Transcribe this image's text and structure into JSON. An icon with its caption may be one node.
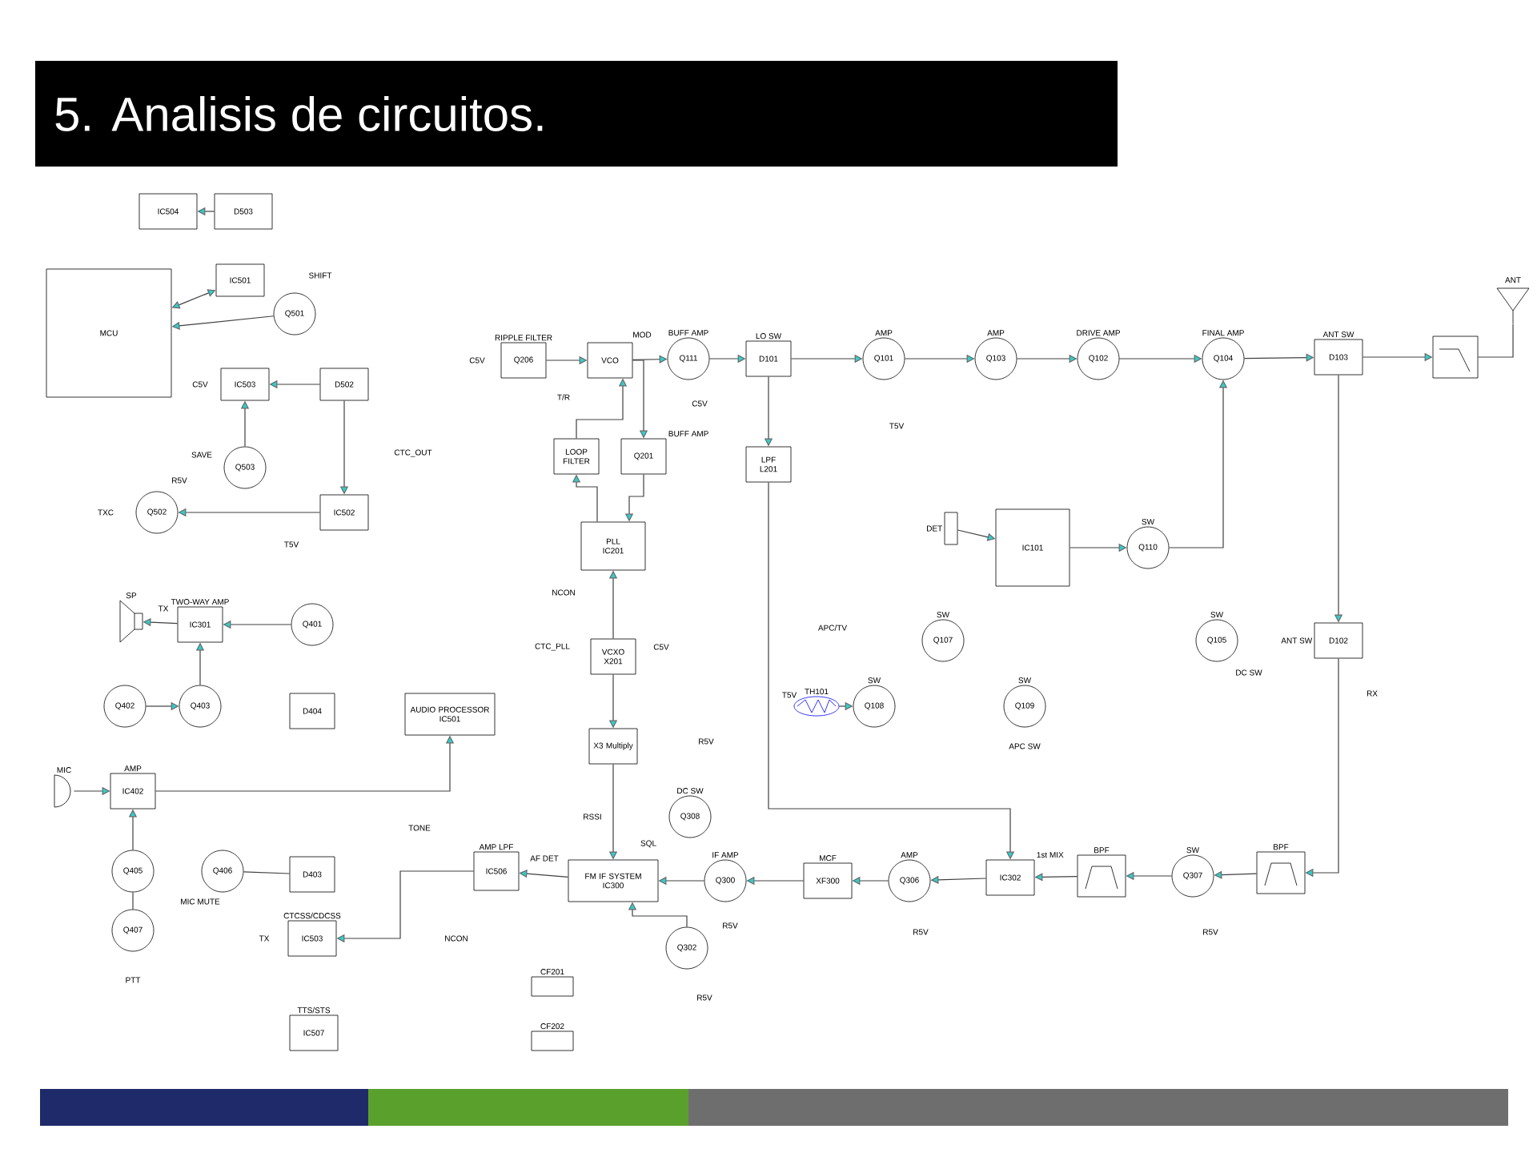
{
  "diagram": {
    "title": "5. Analisis de circuitos.",
    "nodes": [
      {
        "text": [
          "MCU"
        ]
      },
      {
        "text": [
          "IC504"
        ]
      },
      {
        "text": [
          "D503"
        ]
      },
      {
        "text": [
          "IC501"
        ]
      },
      {
        "text": [
          "Q501"
        ]
      },
      {
        "text": [
          "IC503"
        ]
      },
      {
        "text": [
          "D502"
        ]
      },
      {
        "text": [
          "IC502"
        ]
      },
      {
        "text": [
          "Q503"
        ]
      },
      {
        "text": [
          "Q502"
        ],
        "beside": [
          "R5V"
        ]
      },
      {
        "text": [
          "TWO-WAY AMP",
          "IC301"
        ]
      },
      {
        "text": [
          "Q401"
        ]
      },
      {
        "text": [
          "Q402"
        ]
      },
      {
        "text": [
          "Q403"
        ]
      },
      {
        "text": [
          "D404"
        ]
      },
      {
        "text": [
          "AMP",
          "IC402"
        ]
      },
      {
        "text": [
          "Q405"
        ]
      },
      {
        "text": [
          "Q407"
        ]
      },
      {
        "text": [
          "Q406"
        ]
      },
      {
        "text": [
          "D403"
        ]
      },
      {
        "text": [
          "CTCSS/CDCSS",
          "IC503"
        ]
      },
      {
        "text": [
          "TTS/STS",
          "IC507"
        ]
      },
      {
        "text": [
          "AUDIO PROCESSOR",
          "IC501"
        ]
      },
      {
        "text": [
          "AMP LPF",
          "IC506"
        ]
      },
      {
        "text": [
          "SP"
        ]
      },
      {
        "text": [
          "MIC"
        ]
      },
      {
        "text": [
          "RIPPLE FILTER",
          "Q206"
        ]
      },
      {
        "text": [
          "VCO"
        ],
        "beside": [
          "MOD"
        ]
      },
      {
        "text": [
          "BUFF AMP",
          "Q111"
        ]
      },
      {
        "text": [
          "LOOP FILTER"
        ]
      },
      {
        "text": [
          "BUFF AMP",
          "Q201"
        ]
      },
      {
        "text": [
          "PLL",
          "IC201"
        ]
      },
      {
        "text": [
          "VCXO",
          "X201"
        ]
      },
      {
        "text": [
          "X3 Multiply"
        ]
      },
      {
        "text": [
          "FM IF SYSTEM",
          "IC300"
        ]
      },
      {
        "text": [
          "DC SW",
          "Q308"
        ]
      },
      {
        "text": [
          "IF AMP",
          "Q300"
        ]
      },
      {
        "text": [
          "Q302"
        ]
      },
      {
        "text": [
          "CF201"
        ]
      },
      {
        "text": [
          "CF202"
        ]
      },
      {
        "text": [
          "MCF",
          "XF300"
        ]
      },
      {
        "text": [
          "AMP",
          "Q306"
        ]
      },
      {
        "text": [
          "1st MIX",
          "IC302"
        ]
      },
      {
        "text": [
          "BPF"
        ]
      },
      {
        "text": [
          "SW",
          "Q307"
        ]
      },
      {
        "text": [
          "BPF"
        ]
      },
      {
        "text": [
          "LO SW",
          "D101"
        ]
      },
      {
        "text": [
          "LPF",
          "L201"
        ]
      },
      {
        "text": [
          "AMP",
          "Q101"
        ]
      },
      {
        "text": [
          "AMP",
          "Q103"
        ]
      },
      {
        "text": [
          "DRIVE AMP",
          "Q102"
        ]
      },
      {
        "text": [
          "FINAL AMP",
          "Q104"
        ]
      },
      {
        "text": [
          "ANT SW",
          "D103"
        ]
      },
      {
        "text": [],
        "shape": "box"
      },
      {
        "text": [
          "ANT"
        ]
      },
      {
        "text": [
          "ANT SW",
          "D102"
        ]
      },
      {
        "text": [
          "IC101"
        ]
      },
      {
        "text": [
          "SW",
          "Q110"
        ]
      },
      {
        "text": [
          "SW",
          "Q107"
        ]
      },
      {
        "text": [
          "SW",
          "Q108"
        ]
      },
      {
        "text": [
          "SW",
          "Q109"
        ],
        "beside": [
          "APC SW"
        ]
      },
      {
        "text": [
          "SW",
          "Q105"
        ],
        "beside": [
          "DC SW"
        ]
      },
      {
        "text": [
          "TH101"
        ]
      },
      {
        "text": [
          "DET"
        ]
      }
    ],
    "edges": [
      {
        "from": 2,
        "to": 1,
        "arrow": "to"
      },
      {
        "from": 0,
        "to": 3,
        "arrow": "both"
      },
      {
        "from": 4,
        "to": 0,
        "arrow": "to"
      },
      {
        "from": 6,
        "to": 5,
        "arrow": "to"
      },
      {
        "from": 6,
        "to": 7,
        "arrow": "to"
      },
      {
        "from": 8,
        "to": 5,
        "arrow": "to"
      },
      {
        "from": 7,
        "to": 9,
        "arrow": "to"
      },
      {
        "from": 13,
        "to": 10,
        "arrow": "to"
      },
      {
        "from": 10,
        "to": 24,
        "arrow": "to"
      },
      {
        "from": 11,
        "to": 10,
        "arrow": "to"
      },
      {
        "from": 12,
        "to": 13,
        "arrow": "to"
      },
      {
        "from": 16,
        "to": 15,
        "arrow": "to"
      },
      {
        "from": 25,
        "to": 15,
        "arrow": "to"
      },
      {
        "from": 17,
        "to": 16,
        "arrow": "none"
      },
      {
        "from": 15,
        "to": 22,
        "arrow": "to"
      },
      {
        "from": 23,
        "to": 20,
        "arrow": "to"
      },
      {
        "from": 19,
        "to": 18,
        "arrow": "none"
      },
      {
        "from": 26,
        "to": 27,
        "arrow": "to"
      },
      {
        "from": 27,
        "to": 28,
        "arrow": "to"
      },
      {
        "from": 28,
        "to": 46,
        "arrow": "to"
      },
      {
        "from": 46,
        "to": 48,
        "arrow": "to"
      },
      {
        "from": 48,
        "to": 49,
        "arrow": "to"
      },
      {
        "from": 49,
        "to": 50,
        "arrow": "to"
      },
      {
        "from": 50,
        "to": 51,
        "arrow": "to"
      },
      {
        "from": 51,
        "to": 52,
        "arrow": "to"
      },
      {
        "from": 52,
        "to": 53,
        "arrow": "to"
      },
      {
        "from": 53,
        "to": 54,
        "arrow": "none"
      },
      {
        "from": 52,
        "to": 55,
        "arrow": "to"
      },
      {
        "from": 55,
        "to": 45,
        "arrow": "to"
      },
      {
        "from": 45,
        "to": 44,
        "arrow": "to"
      },
      {
        "from": 44,
        "to": 43,
        "arrow": "to"
      },
      {
        "from": 43,
        "to": 42,
        "arrow": "to"
      },
      {
        "from": 42,
        "to": 41,
        "arrow": "to"
      },
      {
        "from": 41,
        "to": 40,
        "arrow": "to"
      },
      {
        "from": 40,
        "to": 36,
        "arrow": "to"
      },
      {
        "from": 36,
        "to": 34,
        "arrow": "to"
      },
      {
        "from": 34,
        "to": 23,
        "arrow": "to"
      },
      {
        "from": 46,
        "to": 47,
        "arrow": "to"
      },
      {
        "from": 47,
        "to": 42,
        "arrow": "to"
      },
      {
        "from": 27,
        "to": 30,
        "arrow": "to"
      },
      {
        "from": 30,
        "to": 31,
        "arrow": "to"
      },
      {
        "from": 31,
        "to": 29,
        "arrow": "to"
      },
      {
        "from": 29,
        "to": 27,
        "arrow": "to"
      },
      {
        "from": 32,
        "to": 31,
        "arrow": "to"
      },
      {
        "from": 32,
        "to": 33,
        "arrow": "to"
      },
      {
        "from": 33,
        "to": 34,
        "arrow": "to"
      },
      {
        "from": 37,
        "to": 34,
        "arrow": "to"
      },
      {
        "from": 56,
        "to": 57,
        "arrow": "to"
      },
      {
        "from": 57,
        "to": 51,
        "arrow": "to"
      },
      {
        "from": 63,
        "to": 56,
        "arrow": "to"
      },
      {
        "from": 62,
        "to": 59,
        "arrow": "to"
      }
    ],
    "labels": [
      "SHIFT",
      "C5V",
      "SAVE",
      "TXC",
      "T5V",
      "CTC_OUT",
      "C5V",
      "T/R",
      "C5V",
      "T5V",
      "NCON",
      "CTC_PLL",
      "C5V",
      "R5V",
      "RSSI",
      "SQL",
      "AF DET",
      "R5V",
      "R5V",
      "R5V",
      "R5V",
      "APC/TV",
      "T5V",
      "RX",
      "TX",
      "TX",
      "PTT",
      "MIC MUTE",
      "NCON",
      "TONE"
    ]
  }
}
